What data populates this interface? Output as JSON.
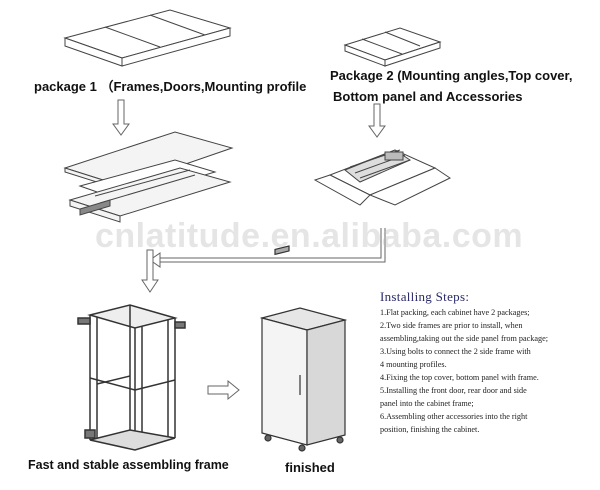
{
  "package1": {
    "label": "package 1 （Frames,Doors,Mounting profile"
  },
  "package2": {
    "label_line1": "Package 2 (Mounting angles,Top cover,",
    "label_line2": "Bottom panel and Accessories"
  },
  "watermark": "cnlatitude.en.alibaba.com",
  "frame_label": "Fast and stable assembling frame",
  "finished_label": "finished",
  "steps": {
    "title": "Installing Steps:",
    "lines": [
      "1.Flat packing, each cabinet have 2 packages;",
      "2.Two  side frames are prior to install, when",
      "assembling,taking out the side panel from package;",
      "3.Using bolts to connect the 2 side frame with",
      "4 mounting profiles.",
      "4.Fixing the top cover, bottom panel with frame.",
      "5.Installing the front door, rear door and side",
      "panel into the cabinet frame;",
      "6.Assembling other accessories into the right",
      "position, finishing the cabinet."
    ]
  }
}
